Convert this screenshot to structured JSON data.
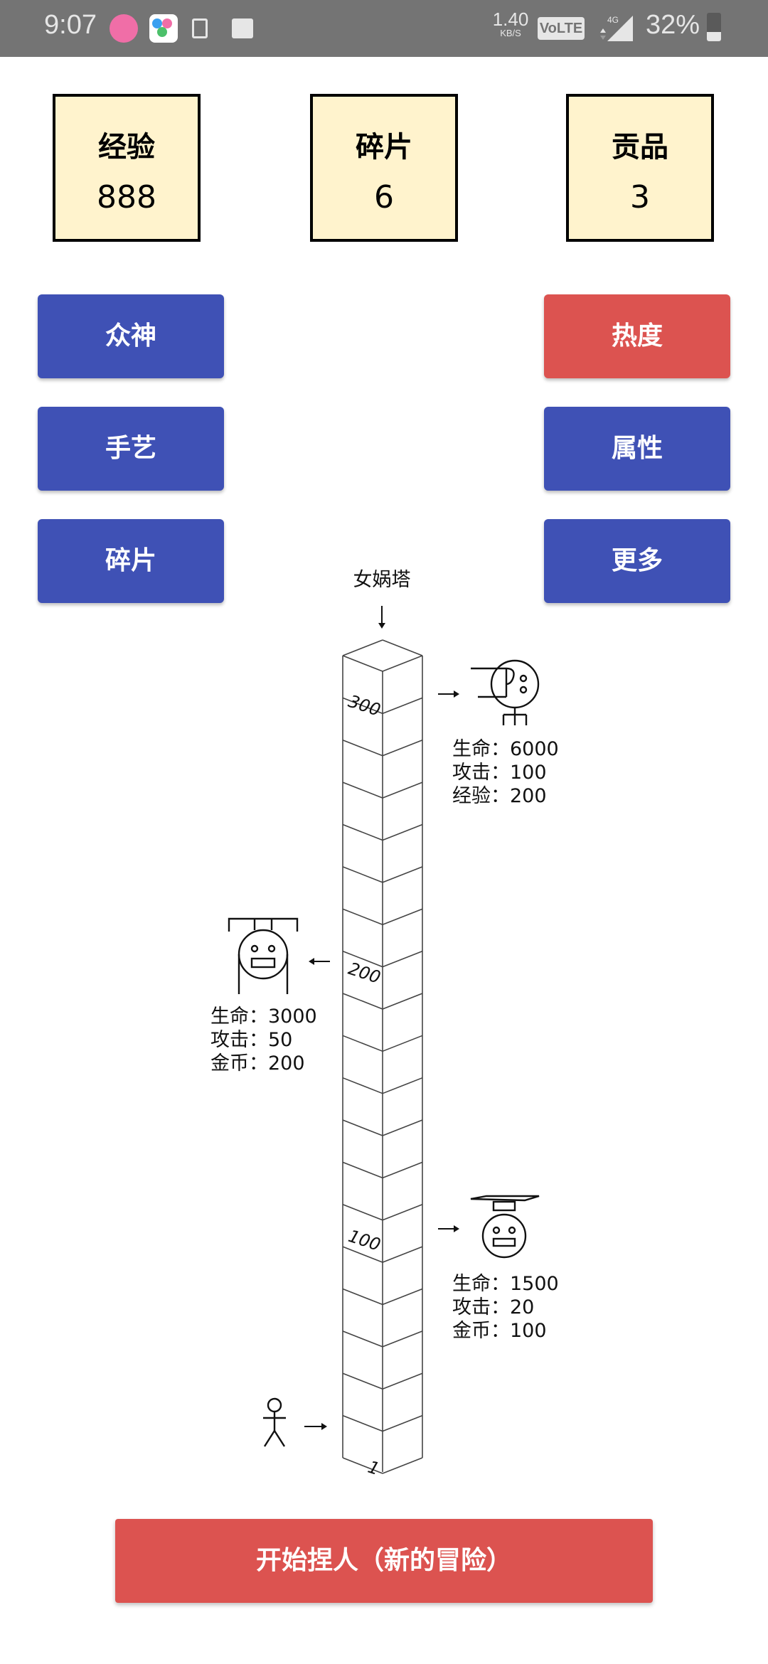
{
  "status_bar": {
    "time": "9:07",
    "net_speed_value": "1.40",
    "net_speed_unit": "KB/S",
    "volte": "VoLTE",
    "network": "4G",
    "battery_percent": "32%",
    "battery_level": 0.32
  },
  "stats": [
    {
      "label": "经验",
      "value": "888"
    },
    {
      "label": "碎片",
      "value": "6"
    },
    {
      "label": "贡品",
      "value": "3"
    }
  ],
  "menu": {
    "gods": "众神",
    "heat": "热度",
    "craft": "手艺",
    "attributes": "属性",
    "fragments": "碎片",
    "more": "更多"
  },
  "tower": {
    "name": "女娲塔",
    "floor_300": "300",
    "floor_200": "200",
    "floor_100": "100",
    "floor_1": "1",
    "boss_300": [
      "生命：6000",
      "攻击：100",
      "经验：200"
    ],
    "boss_200": [
      "生命：3000",
      "攻击：50",
      "金币：200"
    ],
    "boss_100": [
      "生命：1500",
      "攻击：20",
      "金币：100"
    ]
  },
  "start_button": "开始捏人（新的冒险）",
  "colors": {
    "blue": "#3f51b5",
    "red": "#dc5350",
    "stat_bg": "#fff3cd"
  }
}
